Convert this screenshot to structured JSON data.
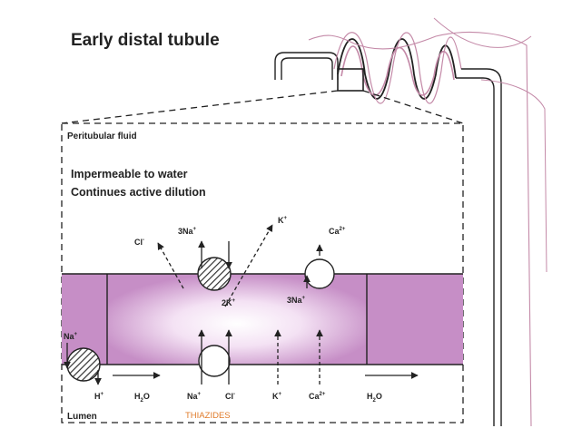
{
  "title": "Early distal tubule",
  "region_top": "Peritubular fluid",
  "region_bottom": "Lumen",
  "notes": [
    "Impermeable to water",
    "Continues active dilution"
  ],
  "ions_basolateral": {
    "cl": "Cl",
    "cl_sup": "-",
    "na3": "3Na",
    "na3_sup": "+",
    "k": "K",
    "k_sup": "+",
    "ca": "Ca",
    "ca_sup": "2+",
    "k2": "2K",
    "k2_sup": "+",
    "na3b": "3Na",
    "na3b_sup": "+"
  },
  "ions_luminal": {
    "na": "Na",
    "na_sup": "+",
    "h": "H",
    "h_sup": "+",
    "h2o_left": "H",
    "h2o_left_sub": "2",
    "h2o_left_o": "O",
    "na2": "Na",
    "na2_sup": "+",
    "cl": "Cl",
    "cl_sup": "-",
    "k": "K",
    "k_sup": "+",
    "ca": "Ca",
    "ca_sup": "2+",
    "h2o_right": "H",
    "h2o_right_sub": "2",
    "h2o_right_o": "O"
  },
  "drug_label": "THIAZIDES",
  "colors": {
    "cell": "#c68ec6",
    "cell_light": "#fbf2fb",
    "drug": "#e07b2a",
    "nephron_pink": "#c48aa8",
    "line": "#222222"
  }
}
